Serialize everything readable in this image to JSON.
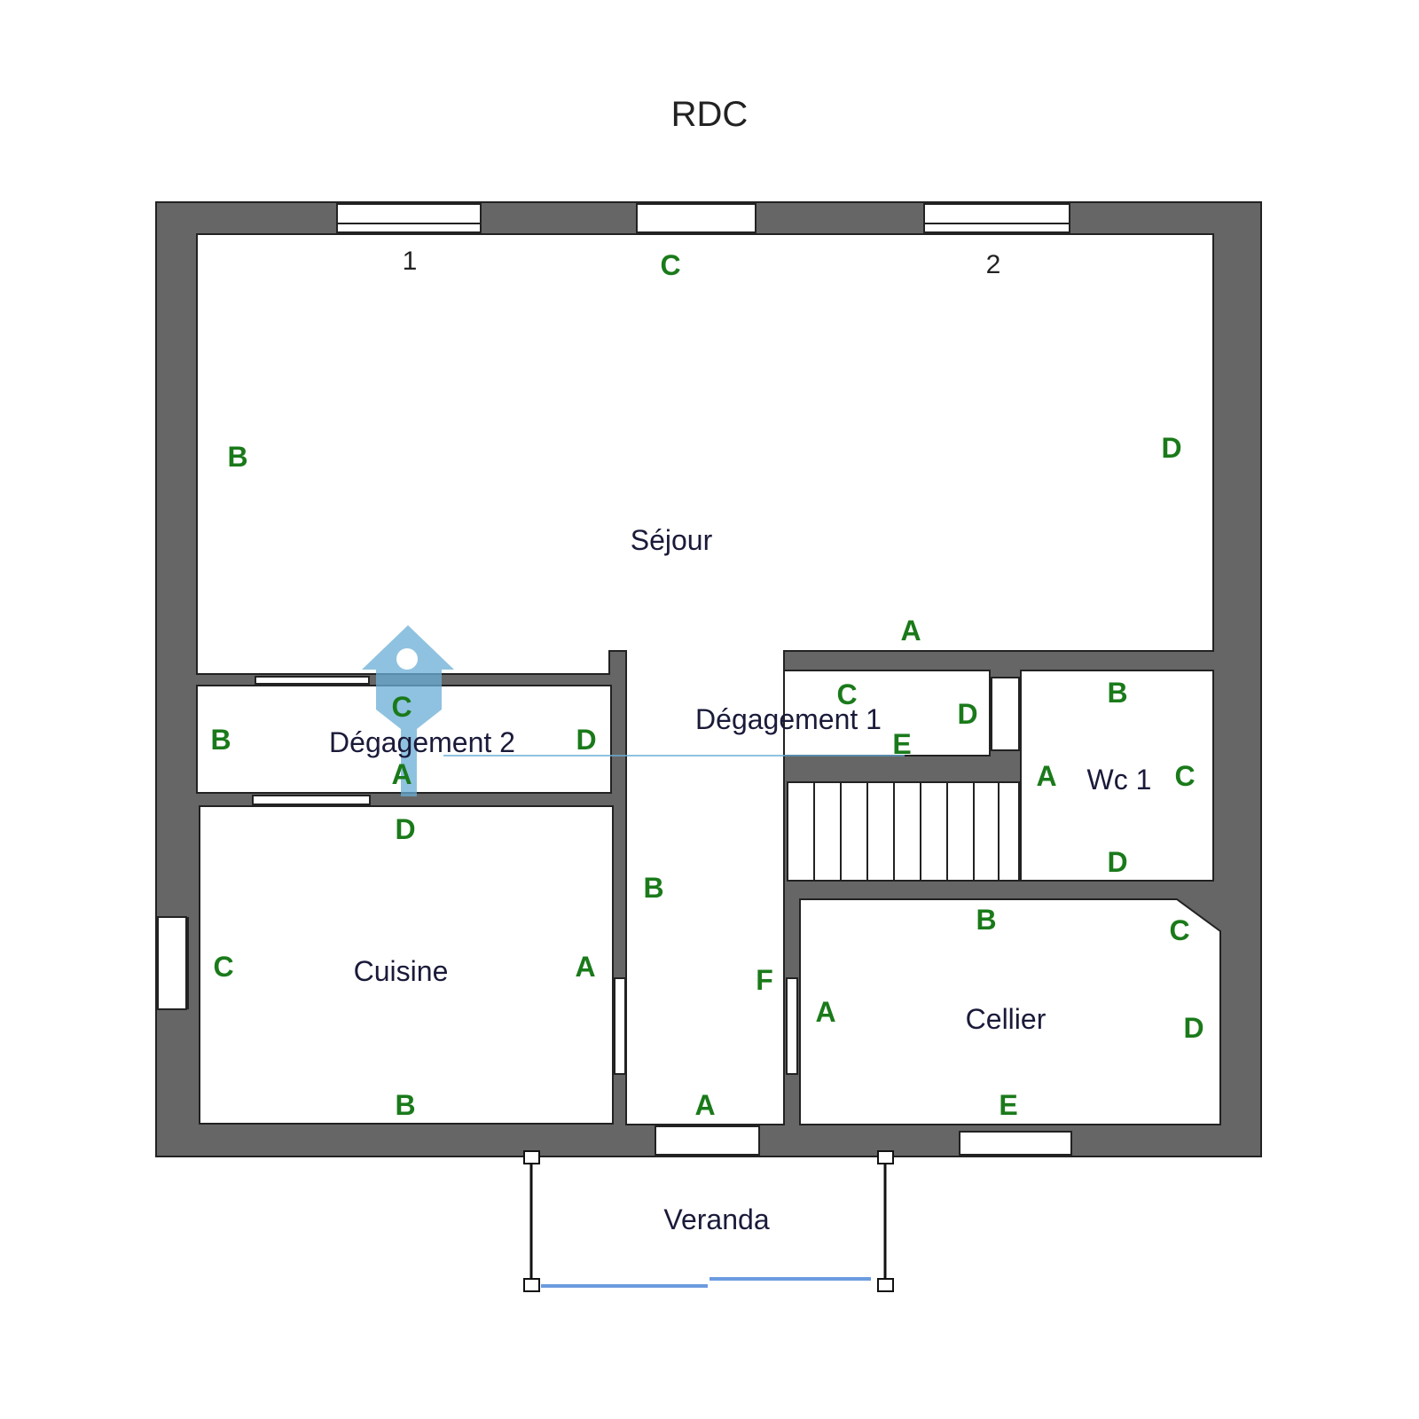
{
  "title": "RDC",
  "rooms": {
    "sejour": "Séjour",
    "degagement1": "Dégagement 1",
    "degagement2": "Dégagement 2",
    "cuisine": "Cuisine",
    "wc1": "Wc 1",
    "cellier": "Cellier",
    "veranda": "Veranda"
  },
  "window_numbers": [
    "1",
    "2"
  ],
  "wall_labels": {
    "sejour": [
      "C",
      "B",
      "D",
      "A"
    ],
    "degagement2": [
      "C",
      "B",
      "D",
      "A"
    ],
    "degagement1": [
      "C",
      "D",
      "E",
      "B",
      "F",
      "A"
    ],
    "cuisine": [
      "D",
      "C",
      "A",
      "B"
    ],
    "wc1": [
      "B",
      "A",
      "C",
      "D"
    ],
    "cellier": [
      "B",
      "C",
      "A",
      "D",
      "E"
    ]
  },
  "colors": {
    "wall": "#666666",
    "label": "#1a7a1a",
    "watermark": "#6aaed6"
  }
}
